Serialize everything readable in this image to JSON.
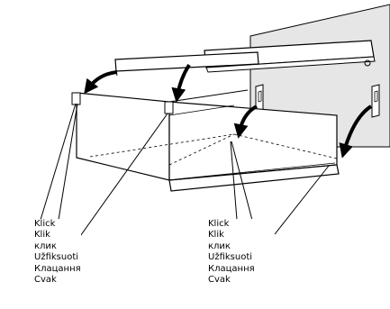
{
  "callouts": {
    "left": {
      "lines": [
        "Klick",
        "Klik",
        "клик",
        "Užfiksuoti",
        "Клацання",
        "Cvak"
      ]
    },
    "right": {
      "lines": [
        "Klick",
        "Klik",
        "клик",
        "Užfiksuoti",
        "Клацання",
        "Cvak"
      ]
    }
  },
  "colors": {
    "line": "#000000",
    "wall": "#e6e6e6",
    "fill": "#ffffff"
  },
  "icons": [
    "arrow-down-icon"
  ]
}
